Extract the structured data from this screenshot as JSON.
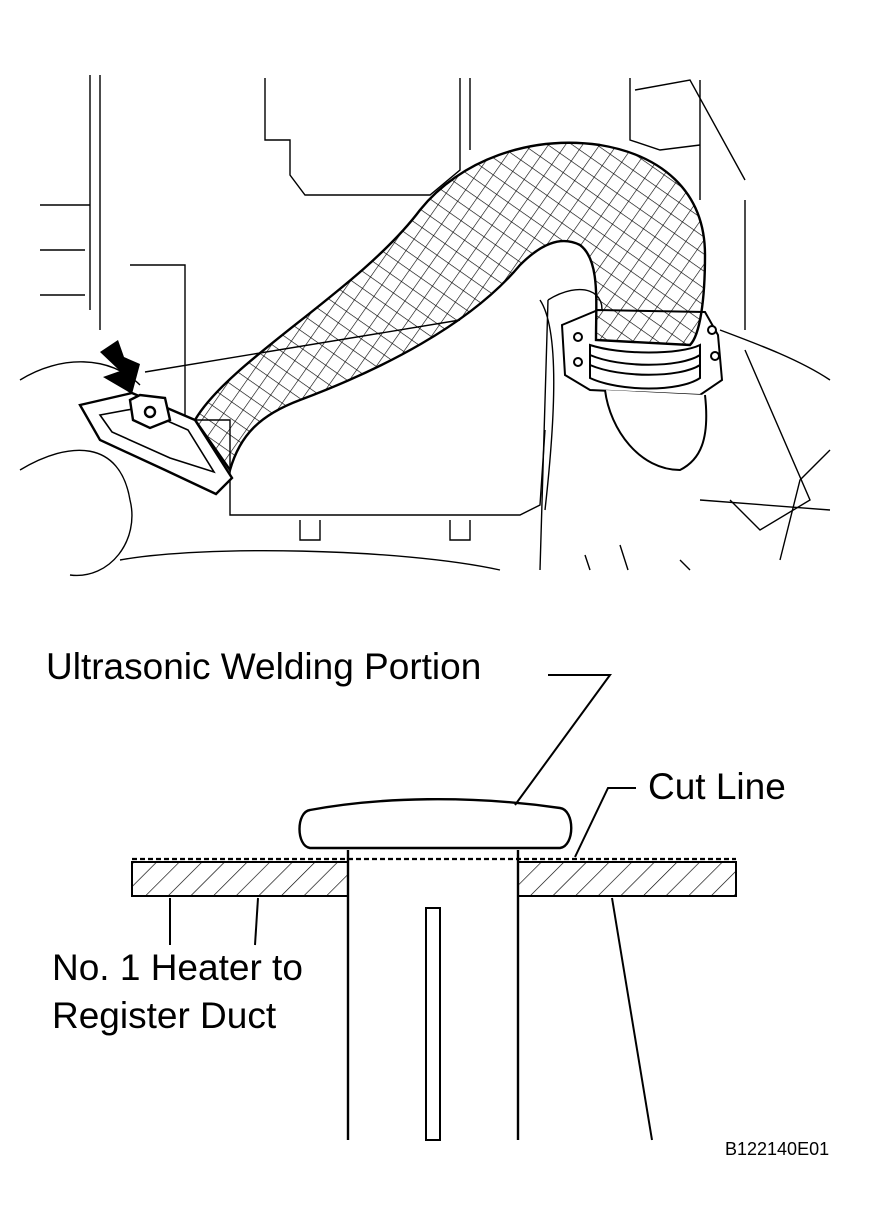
{
  "callouts": {
    "welding": "Ultrasonic Welding Portion",
    "cut_line": "Cut Line",
    "duct_line1": "No. 1 Heater to",
    "duct_line2": "Register Duct"
  },
  "figure_code": "B122140E01",
  "colors": {
    "ink": "#000000",
    "paper": "#ffffff"
  }
}
